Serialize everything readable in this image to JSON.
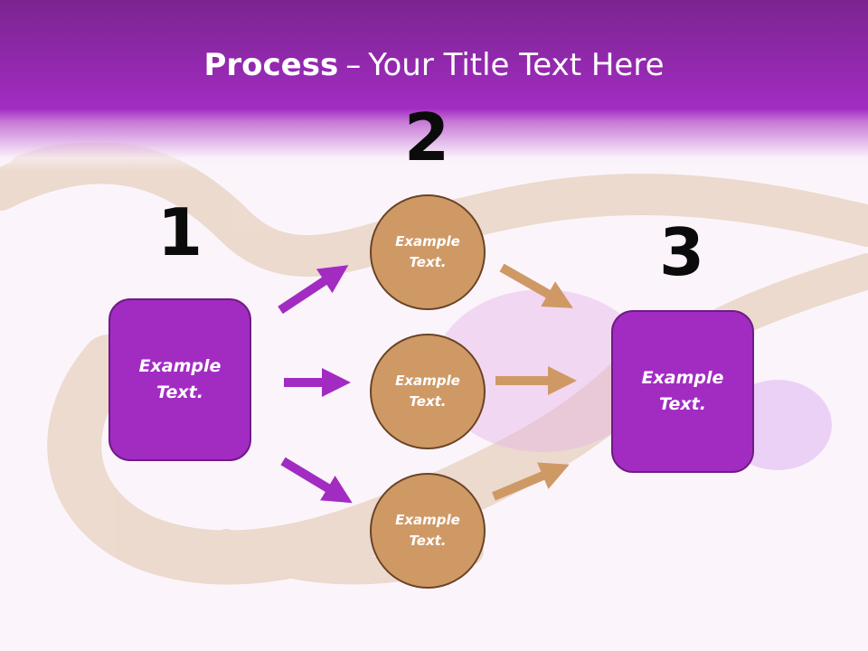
{
  "title": {
    "bold": "Process",
    "separator": "–",
    "rest": "Your Title Text Here"
  },
  "steps": {
    "one": "1",
    "two": "2",
    "three": "3"
  },
  "left_box": {
    "text": "Example Text."
  },
  "right_box": {
    "text": "Example Text."
  },
  "circles": [
    {
      "text": "Example Text."
    },
    {
      "text": "Example Text."
    },
    {
      "text": "Example Text."
    }
  ],
  "colors": {
    "purple": "#a22cc2",
    "orange": "#cf9966",
    "header": "#8a27a6"
  }
}
